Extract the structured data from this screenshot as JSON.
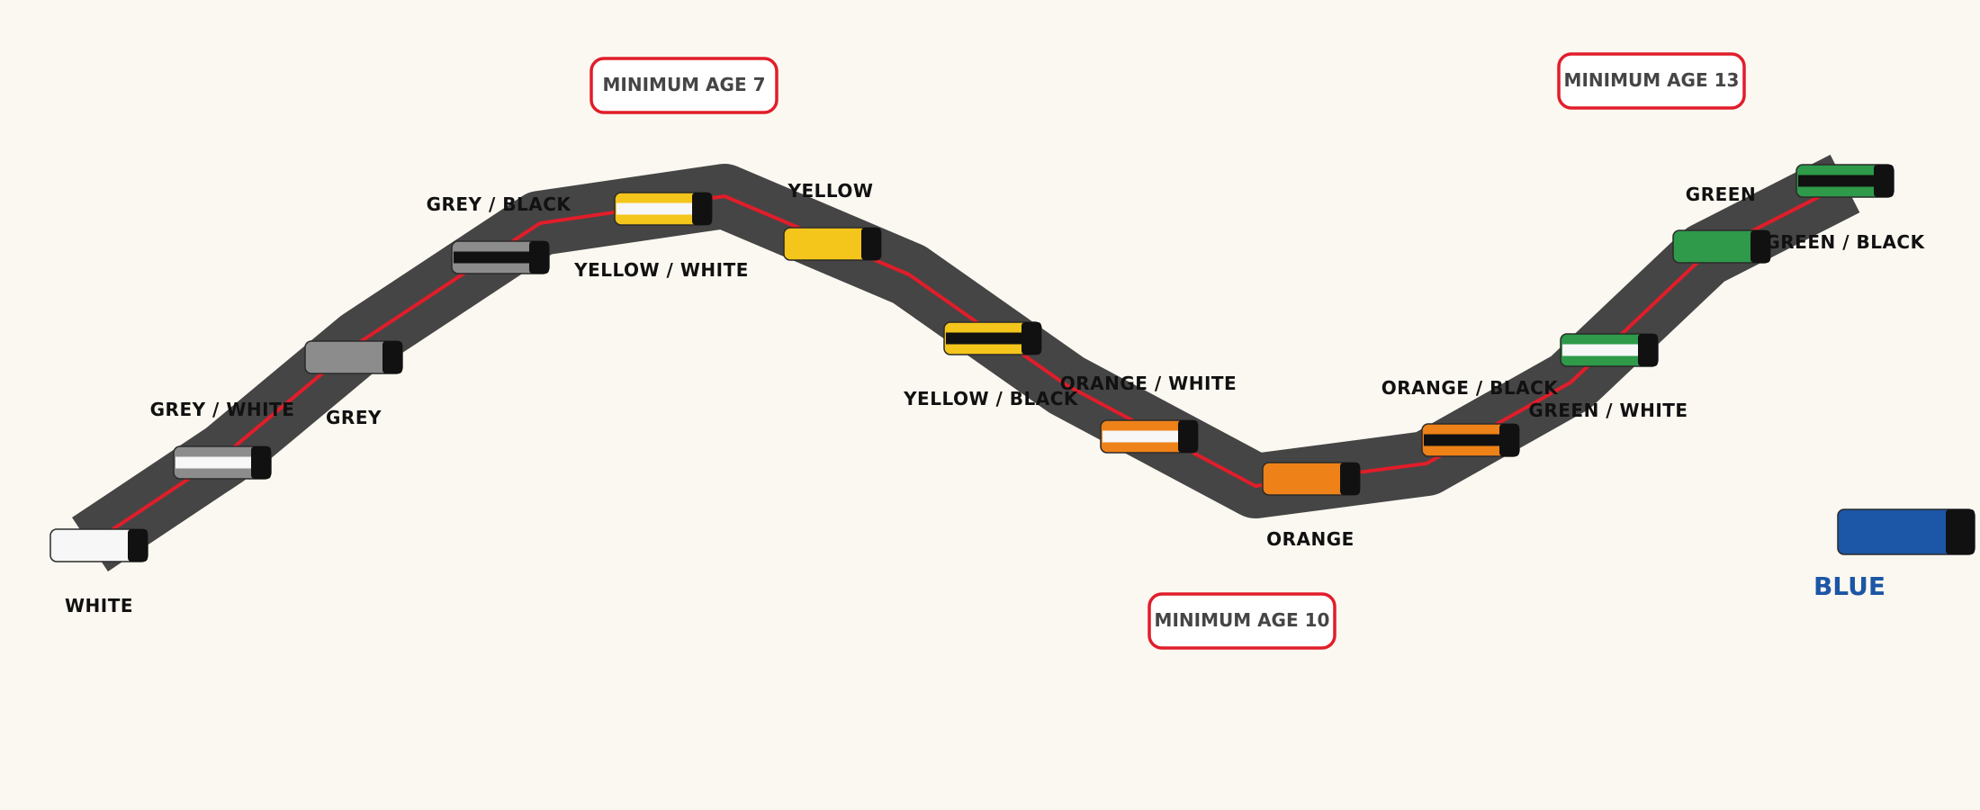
{
  "colors": {
    "background": "#fbf8f1",
    "road": "#454545",
    "stripe": "#e11d2a",
    "ageBorder": "#e11d2a",
    "ageText": "#454545",
    "tip": "#111111",
    "white": "#f7f7f7",
    "grey": "#8c8c8c",
    "black": "#111111",
    "yellow": "#f4c51b",
    "orange": "#ee8218",
    "green": "#2e9a4a",
    "blue": "#1c56a6"
  },
  "milestones": [
    {
      "id": "age7",
      "text": "MINIMUM AGE 7"
    },
    {
      "id": "age10",
      "text": "MINIMUM AGE 10"
    },
    {
      "id": "age13",
      "text": "MINIMUM AGE 13"
    }
  ],
  "belts": [
    {
      "id": "white",
      "label": "WHITE",
      "base": "white",
      "stripe": null
    },
    {
      "id": "grey-white",
      "label": "GREY / WHITE",
      "base": "grey",
      "stripe": "white"
    },
    {
      "id": "grey",
      "label": "GREY",
      "base": "grey",
      "stripe": null
    },
    {
      "id": "grey-black",
      "label": "GREY / BLACK",
      "base": "grey",
      "stripe": "black"
    },
    {
      "id": "yellow-white",
      "label": "YELLOW / WHITE",
      "base": "yellow",
      "stripe": "white"
    },
    {
      "id": "yellow",
      "label": "YELLOW",
      "base": "yellow",
      "stripe": null
    },
    {
      "id": "yellow-black",
      "label": "YELLOW / BLACK",
      "base": "yellow",
      "stripe": "black"
    },
    {
      "id": "orange-white",
      "label": "ORANGE / WHITE",
      "base": "orange",
      "stripe": "white"
    },
    {
      "id": "orange",
      "label": "ORANGE",
      "base": "orange",
      "stripe": null
    },
    {
      "id": "orange-black",
      "label": "ORANGE / BLACK",
      "base": "orange",
      "stripe": "black"
    },
    {
      "id": "green-white",
      "label": "GREEN / WHITE",
      "base": "green",
      "stripe": "white"
    },
    {
      "id": "green",
      "label": "GREEN",
      "base": "green",
      "stripe": null
    },
    {
      "id": "green-black",
      "label": "GREEN / BLACK",
      "base": "green",
      "stripe": "black"
    }
  ],
  "final_belt": {
    "id": "blue",
    "label": "BLUE",
    "base": "blue"
  }
}
